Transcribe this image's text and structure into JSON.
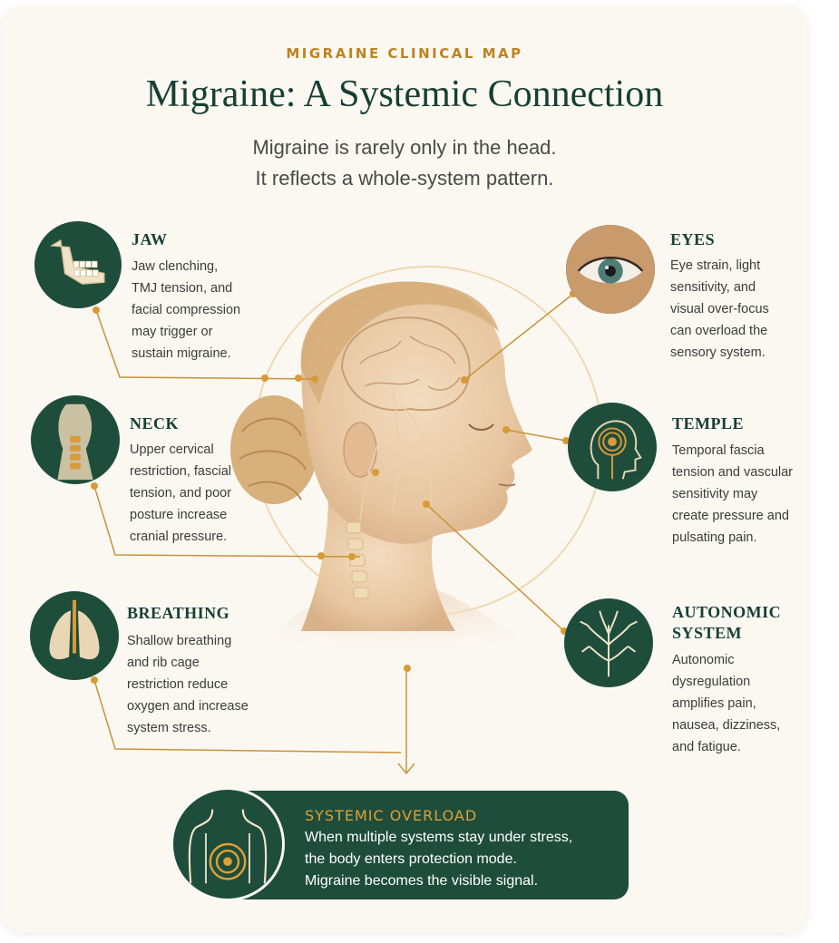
{
  "header": {
    "eyebrow": "MIGRAINE CLINICAL MAP",
    "title": "Migraine: A Systemic Connection",
    "subtitle_lines": [
      "Migraine is rarely only in the head.",
      "It reflects a whole-system pattern."
    ]
  },
  "sections": {
    "jaw": {
      "title": "JAW",
      "lines": [
        "Jaw clenching,",
        "TMJ tension, and",
        "facial compression",
        "may trigger or",
        "sustain migraine."
      ],
      "icon": "jaw-icon"
    },
    "neck": {
      "title": "NECK",
      "lines": [
        "Upper cervical",
        "restriction, fascial",
        "tension, and poor",
        "posture increase",
        "cranial pressure."
      ],
      "icon": "neck-spine-icon"
    },
    "breathing": {
      "title": "BREATHING",
      "lines": [
        "Shallow breathing",
        "and rib cage",
        "restriction reduce",
        "oxygen and increase",
        "system stress."
      ],
      "icon": "lungs-icon"
    },
    "eyes": {
      "title": "EYES",
      "lines": [
        "Eye strain, light",
        "sensitivity, and",
        "visual over-focus",
        "can overload the",
        "sensory system."
      ],
      "icon": "eye-icon"
    },
    "temple": {
      "title": "TEMPLE",
      "lines": [
        "Temporal fascia",
        "tension and vascular",
        "sensitivity may",
        "create pressure and",
        "pulsating pain."
      ],
      "icon": "temple-head-icon"
    },
    "autonomic": {
      "title_lines": [
        "AUTONOMIC",
        "SYSTEM"
      ],
      "lines": [
        "Autonomic",
        "dysregulation",
        "amplifies pain,",
        "nausea, dizziness,",
        "and fatigue."
      ],
      "icon": "nerve-tree-icon"
    }
  },
  "overload": {
    "title": "SYSTEMIC OVERLOAD",
    "lines": [
      "When multiple systems stay under stress,",
      "the body enters protection mode.",
      "Migraine becomes the visible signal."
    ],
    "icon": "torso-target-icon"
  },
  "colors": {
    "dark_green": "#1e4d3b",
    "gold": "#c0821f",
    "background": "#fbf8f2",
    "skin": "#e9c9a6"
  }
}
